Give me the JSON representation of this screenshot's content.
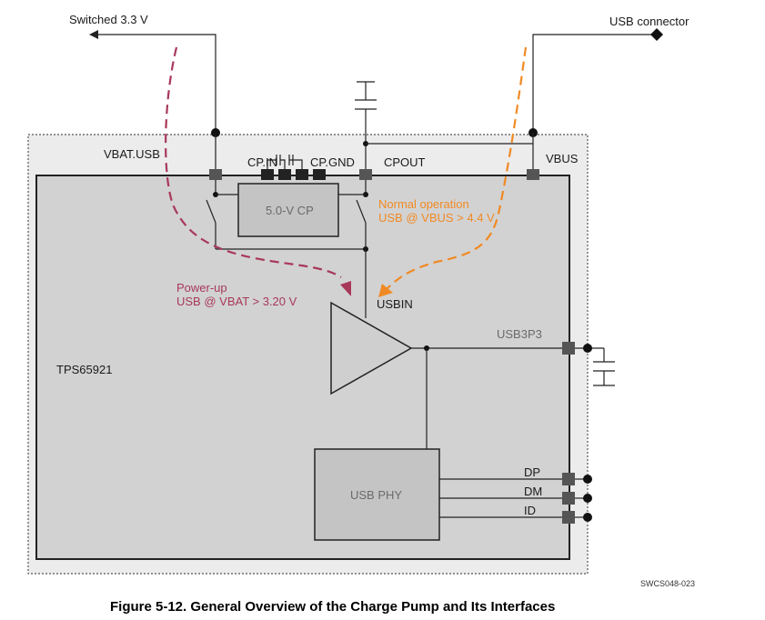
{
  "labels": {
    "switched": "Switched 3.3 V",
    "usb_connector": "USB connector",
    "vbat_usb": "VBAT.USB",
    "cp_in": "CP.IN",
    "cp_gnd": "CP.GND",
    "cpout": "CPOUT",
    "vbus": "VBUS",
    "cp_block": "5.0-V CP",
    "normal_line1": "Normal operation",
    "normal_line2": "USB @ VBUS > 4.4 V",
    "powerup_line1": "Power-up",
    "powerup_line2": "USB @ VBAT > 3.20 V",
    "usbin": "USBIN",
    "usb3p3": "USB3P3",
    "chip": "TPS65921",
    "usb_phy": "USB PHY",
    "dp": "DP",
    "dm": "DM",
    "id": "ID",
    "ref": "SWCS048-023",
    "caption": "Figure 5-12. General Overview of the Charge Pump and Its Interfaces"
  },
  "colors": {
    "orange": "#f08a24",
    "red": "#a8385a",
    "chip_fill": "#d2d2d2",
    "outer_fill": "#ececec",
    "pin": "#555555"
  }
}
